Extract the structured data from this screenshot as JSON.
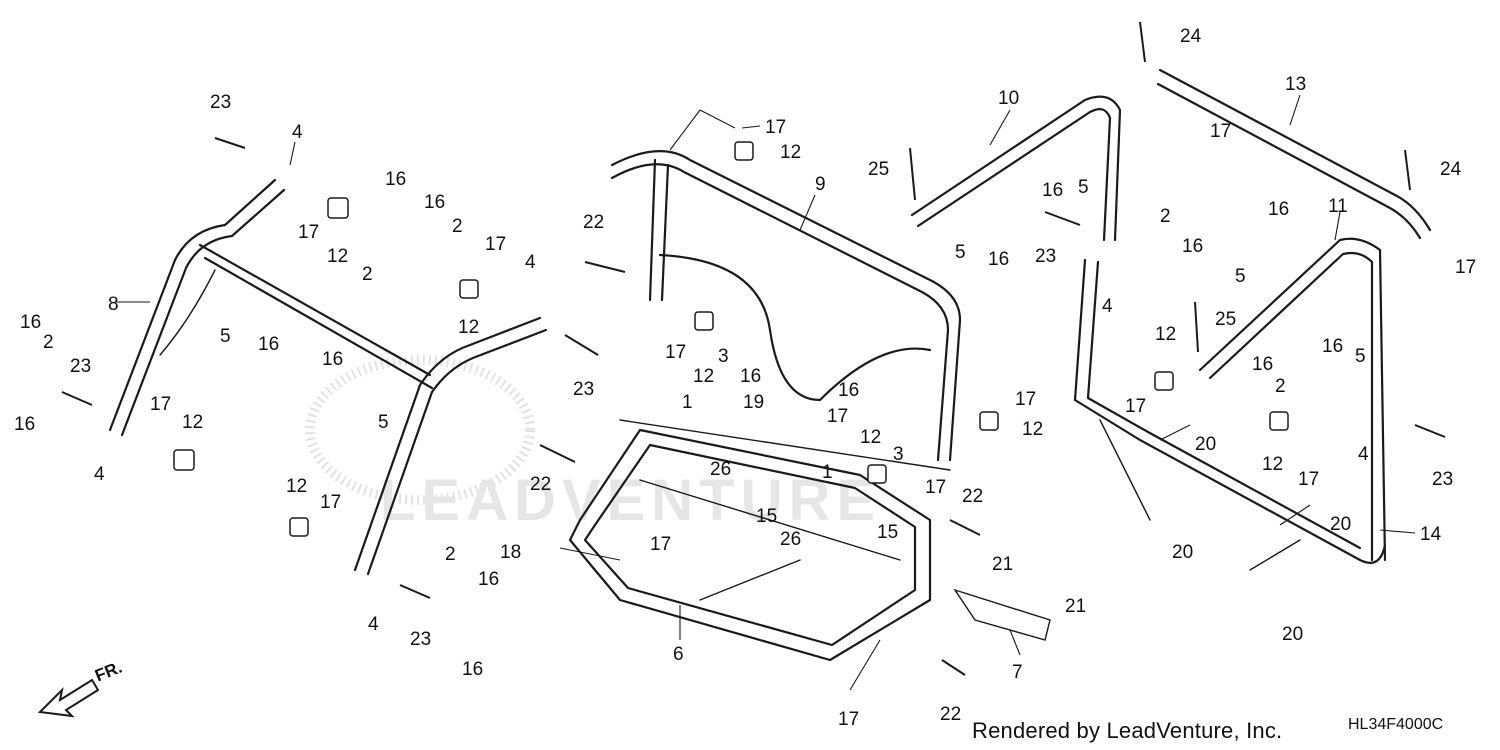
{
  "diagram_code": "HL34F4000C",
  "render_credit": "Rendered by LeadVenture, Inc.",
  "watermark_text": "LEADVENTURE",
  "front_marker": {
    "label": "FR.",
    "icon": "front-arrow-icon"
  },
  "callouts": {
    "n1": "1",
    "n2": "2",
    "n3": "3",
    "n4": "4",
    "n5": "5",
    "n6": "6",
    "n7": "7",
    "n8": "8",
    "n9": "9",
    "n10": "10",
    "n11": "11",
    "n12": "12",
    "n13": "13",
    "n14": "14",
    "n15": "15",
    "n16": "16",
    "n17": "17",
    "n18": "18",
    "n19": "19",
    "n20": "20",
    "n21": "21",
    "n22": "22",
    "n23": "23",
    "n24": "24",
    "n25": "25",
    "n26": "26"
  }
}
